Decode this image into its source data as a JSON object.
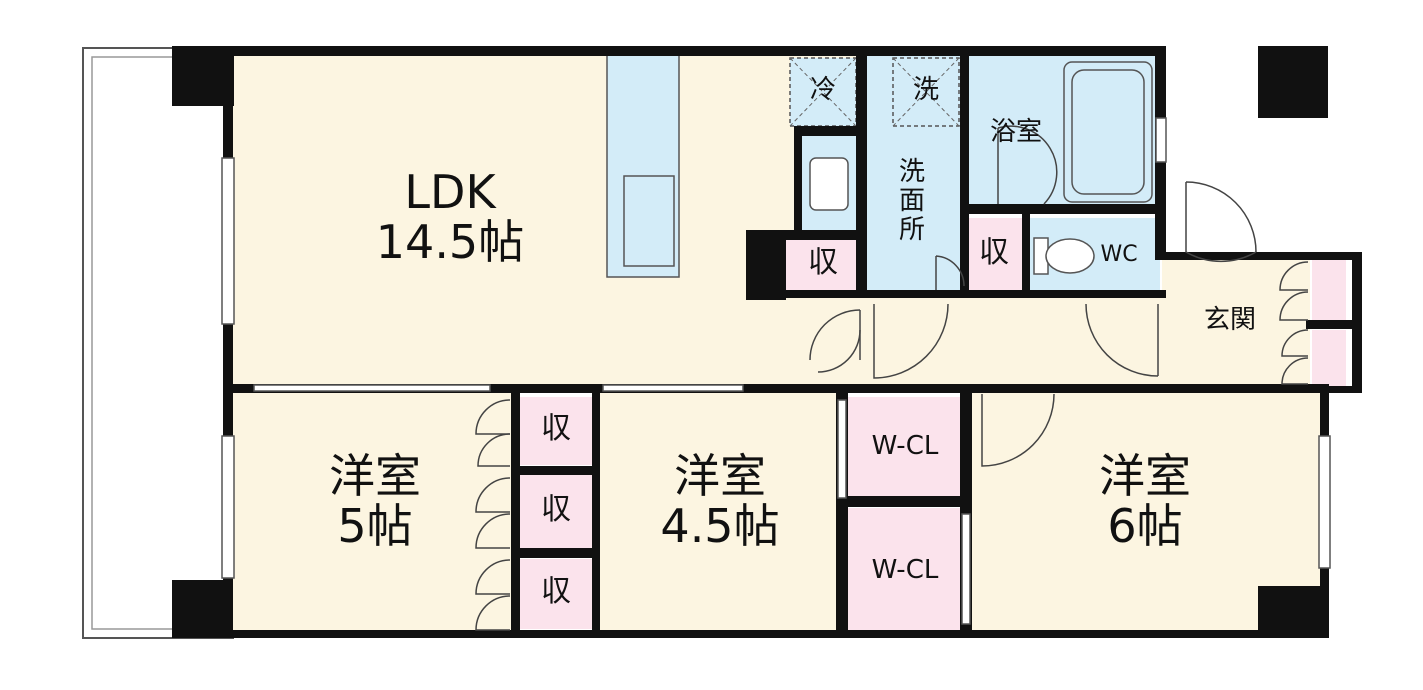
{
  "rooms": {
    "ldk": {
      "name": "LDK",
      "size": "14.5帖"
    },
    "western_a": {
      "name": "洋室",
      "size": "5帖"
    },
    "western_b": {
      "name": "洋室",
      "size": "4.5帖"
    },
    "western_c": {
      "name": "洋室",
      "size": "6帖"
    },
    "bathroom": {
      "name": "浴室"
    },
    "washroom": {
      "chars": [
        "洗",
        "面",
        "所"
      ]
    },
    "toilet": {
      "name": "WC"
    },
    "entrance": {
      "name": "玄関"
    }
  },
  "storage_label": "収",
  "walk_in_closet_label": "W-CL",
  "fridge_label": "冷",
  "washer_label": "洗",
  "colors": {
    "wall": "#111111",
    "floor": "#fcf5e1",
    "wet_area": "#d3ecf8",
    "storage": "#fbe3ec"
  }
}
